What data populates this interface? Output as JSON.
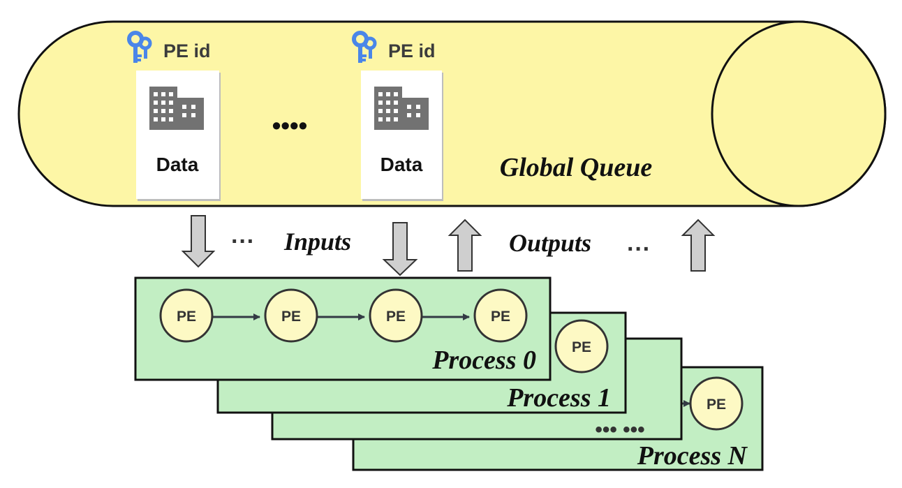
{
  "colors": {
    "queue_fill": "#fdf6a6",
    "process_fill": "#c2eec3",
    "pe_fill": "#fdf9c4",
    "arrow_fill": "#cfcfcf",
    "key_icon": "#4a86e8",
    "building_icon": "#727272",
    "ink": "#111111"
  },
  "queue": {
    "title": "Global Queue",
    "items": [
      {
        "key_label": "PE id",
        "data_label": "Data",
        "key_icon": "key-icon",
        "data_icon": "building-icon"
      },
      {
        "key_label": "PE id",
        "data_label": "Data",
        "key_icon": "key-icon",
        "data_icon": "building-icon"
      }
    ],
    "ellipsis": "••••"
  },
  "flow": {
    "inputs_label": "Inputs",
    "outputs_label": "Outputs",
    "inputs_ellipsis": "···",
    "outputs_ellipsis": "···"
  },
  "processes": [
    {
      "label": "Process 0",
      "pe_labels": [
        "PE",
        "PE",
        "PE",
        "PE"
      ]
    },
    {
      "label": "Process 1",
      "pe_labels": [
        "PE"
      ]
    },
    {
      "label": "",
      "pe_labels": []
    },
    {
      "label": "Process N",
      "pe_labels": [
        "PE"
      ]
    }
  ],
  "process_ellipsis": "••• •••"
}
